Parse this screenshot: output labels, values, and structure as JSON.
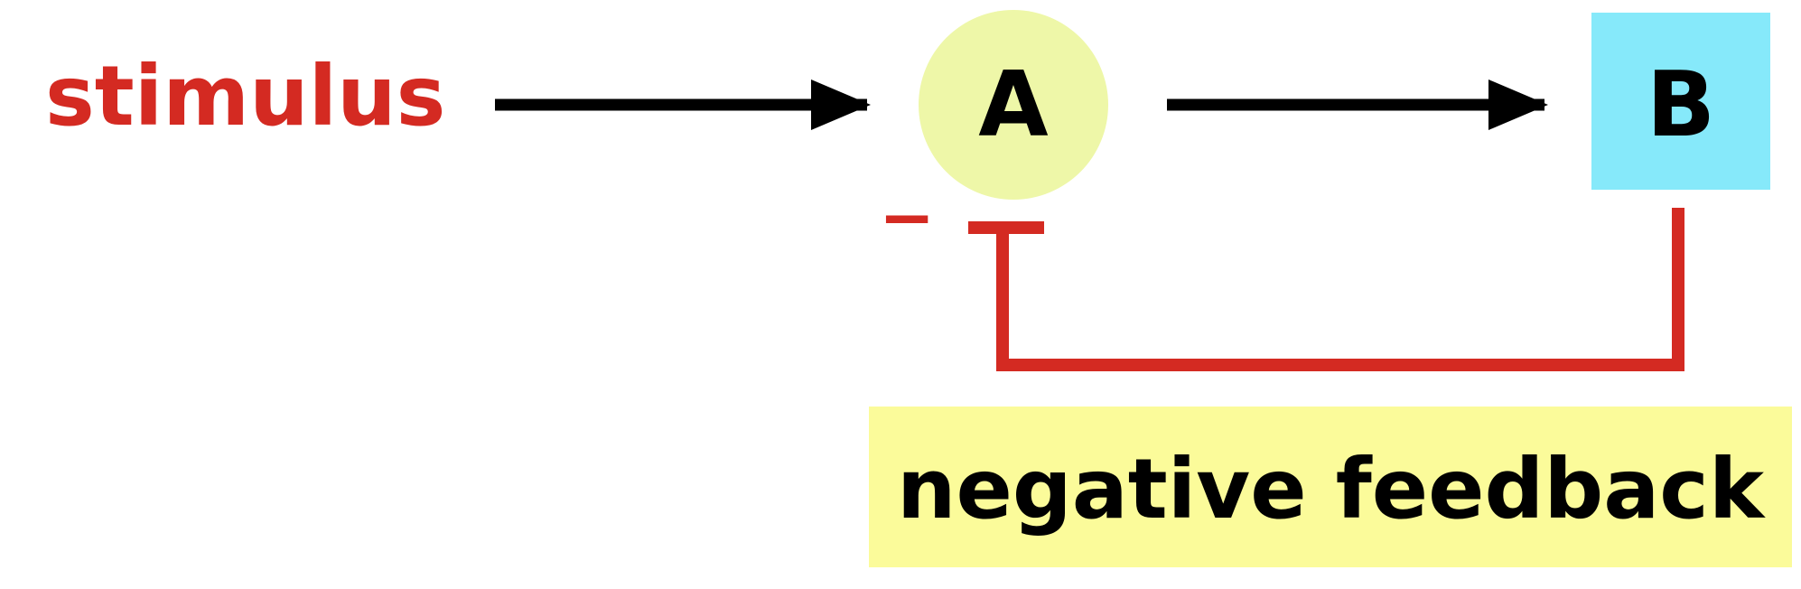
{
  "diagram": {
    "stimulus_label": "stimulus",
    "node_a_label": "A",
    "node_b_label": "B",
    "inhibition_sign": "−",
    "feedback_label": "negative feedback"
  },
  "colors": {
    "stimulus_text": "#d42a22",
    "arrow": "#000000",
    "node_a_fill": "#eef7a8",
    "node_b_fill": "#86e9fa",
    "feedback_line": "#d42a22",
    "feedback_label_bg": "#fbfb9a",
    "node_text": "#000000"
  }
}
